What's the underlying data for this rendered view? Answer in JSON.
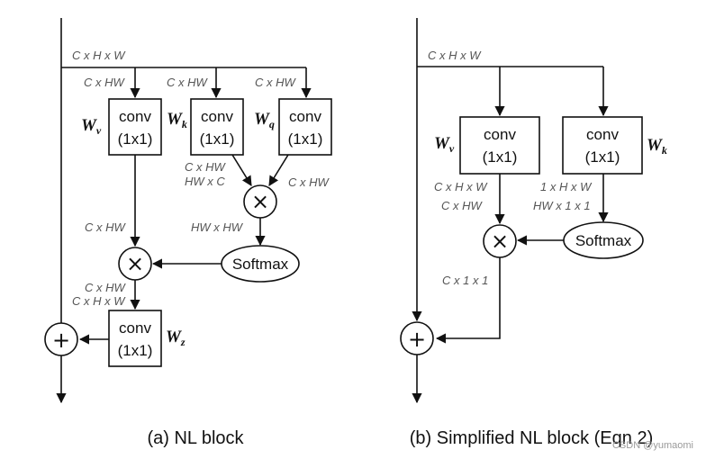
{
  "panel_a": {
    "caption": "(a) NL block",
    "input_dim": "C x H x W",
    "branch_dim_v": "C x HW",
    "branch_dim_k": "C x HW",
    "branch_dim_q": "C x HW",
    "conv_label": "conv",
    "conv_kernel": "(1x1)",
    "w_v": "W",
    "w_v_sub": "v",
    "w_k": "W",
    "w_k_sub": "k",
    "w_q": "W",
    "w_q_sub": "q",
    "w_z": "W",
    "w_z_sub": "z",
    "k_out_dim1": "C x HW",
    "k_out_dim2": "HW x C",
    "q_out_dim": "C x HW",
    "mult_out_dim": "HW x HW",
    "v_out_dim": "C x HW",
    "softmax_label": "Softmax",
    "after_mult_dim1": "C x HW",
    "after_mult_dim2": "C x H x W",
    "times_symbol": "×",
    "plus_symbol": "+"
  },
  "panel_b": {
    "caption": "(b) Simplified NL block (Eqn 2)",
    "input_dim": "C x H x W",
    "conv_label": "conv",
    "conv_kernel": "(1x1)",
    "w_v": "W",
    "w_v_sub": "v",
    "w_k": "W",
    "w_k_sub": "k",
    "v_out_dim1": "C x H x W",
    "v_out_dim2": "C x HW",
    "k_out_dim1": "1 x H x W",
    "k_out_dim2": "HW x 1 x 1",
    "softmax_label": "Softmax",
    "mult_out_dim": "C x 1 x 1",
    "times_symbol": "×",
    "plus_symbol": "+"
  },
  "watermark": "CSDN @yumaomi"
}
